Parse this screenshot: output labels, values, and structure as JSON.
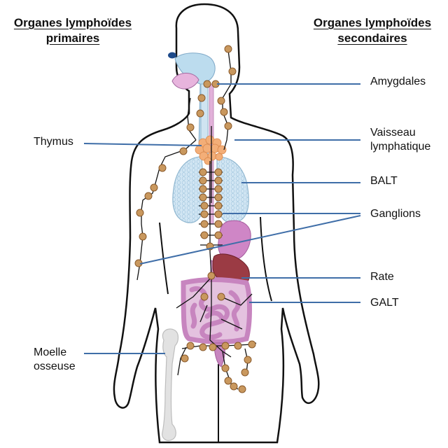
{
  "headers": {
    "primary": [
      "Organes lymphoïdes",
      "primaires"
    ],
    "secondary": [
      "Organes lymphoïdes",
      "secondaires"
    ]
  },
  "labels": {
    "amygdales": "Amygdales",
    "thymus": "Thymus",
    "vaisseau": [
      "Vaisseau",
      "lymphatique"
    ],
    "balt": "BALT",
    "ganglions": "Ganglions",
    "rate": "Rate",
    "galt": "GALT",
    "moelle": [
      "Moelle",
      "osseuse"
    ]
  },
  "colors": {
    "leader": "#3f6ea8",
    "node": "#c9985e",
    "node_stroke": "#8a5a2b",
    "lung": "#d2e6f3",
    "stomach": "#cf86c6",
    "spleen": "#9b3b44",
    "intestine": "#c785bf",
    "thymus": "#f3ae78",
    "bone": "#e2e2e2",
    "airway": "#bcdcee"
  }
}
